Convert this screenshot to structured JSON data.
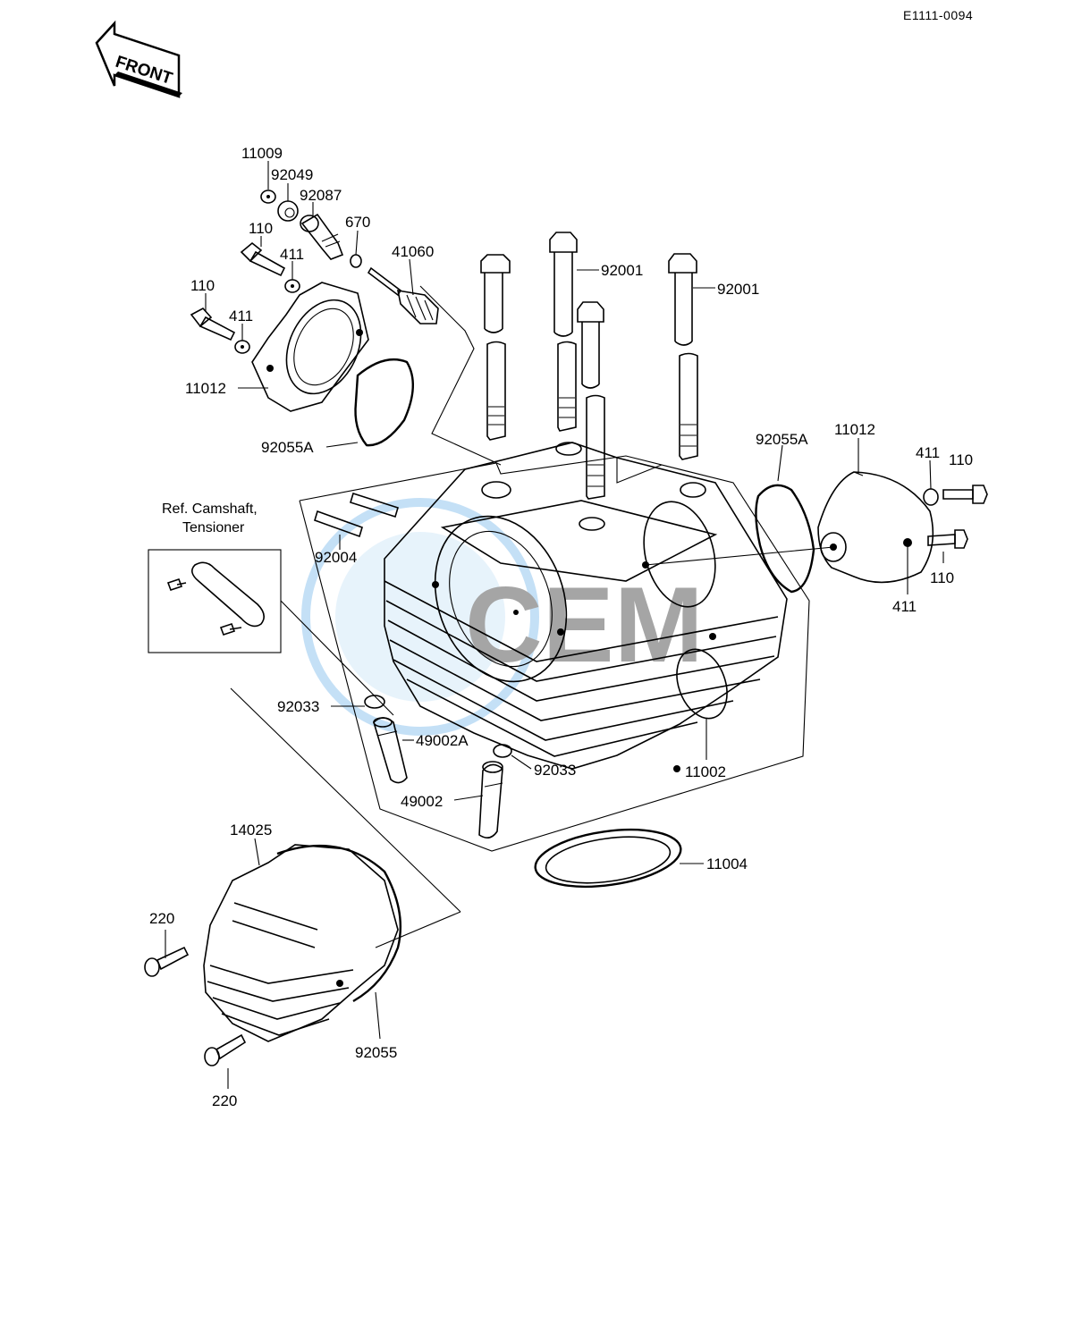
{
  "diagram_code": "E1111-0094",
  "front_arrow_label": "FRONT",
  "watermark_text": "CEM",
  "watermark_color": "#5aa9e6",
  "reference_box": {
    "line1": "Ref. Camshaft,",
    "line2": "Tensioner"
  },
  "part_labels": {
    "p11009": "11009",
    "p92049": "92049",
    "p92087": "92087",
    "p670": "670",
    "p41060": "41060",
    "p110_a": "110",
    "p411_a": "411",
    "p110_b": "110",
    "p411_b": "411",
    "p11012_left": "11012",
    "p92055A_left": "92055A",
    "p92001_a": "92001",
    "p92001_b": "92001",
    "p92004": "92004",
    "p92055A_right": "92055A",
    "p11012_right": "11012",
    "p411_c": "411",
    "p110_c": "110",
    "p110_d": "110",
    "p411_d": "411",
    "p92033_a": "92033",
    "p49002A": "49002A",
    "p92033_b": "92033",
    "p49002": "49002",
    "p11002": "11002",
    "p11004": "11004",
    "p14025": "14025",
    "p220_a": "220",
    "p220_b": "220",
    "p92055": "92055"
  }
}
